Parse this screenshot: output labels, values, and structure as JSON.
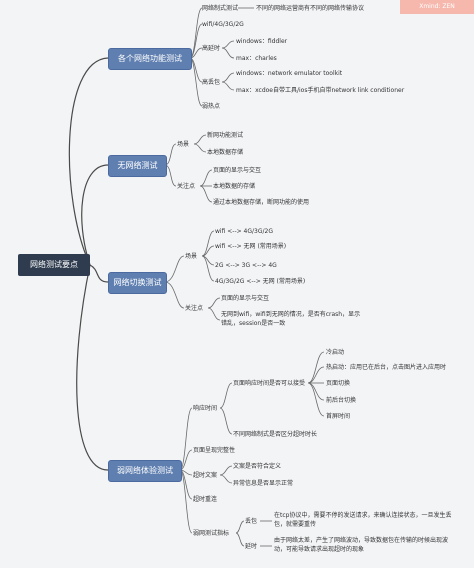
{
  "watermark": "Xmind: ZEN",
  "root": "网络测试要点",
  "b1": {
    "label": "各个网络功能测试",
    "c1": "网络制式测试",
    "c1_desc": "不同的网络运营商有不同的网络传输协议",
    "c2": "wifi/4G/3G/2G",
    "c3": "高延时",
    "c3_a": "windows：fiddler",
    "c3_b": "max：charles",
    "c4": "高丢包",
    "c4_a": "windows：network emulator toolkit",
    "c4_b": "max：xcdoe自带工具/ios手机自带network link conditioner",
    "c5": "弱热点"
  },
  "b2": {
    "label": "无网络测试",
    "s1": "场景",
    "s1_a": "新网功能测试",
    "s1_b": "本地数据存储",
    "s2": "关注点",
    "s2_a": "页面的显示与交互",
    "s2_b": "本地数据的存储",
    "s2_c": "通过本地数据存储，断网功能的使用"
  },
  "b3": {
    "label": "网络切换测试",
    "s1": "场景",
    "s1_a": "wifi <--> 4G/3G/2G",
    "s1_b": "wifi <--> 无网 (常用场景)",
    "s1_c": "2G <--> 3G <--> 4G",
    "s1_d": "4G/3G/2G <--> 无网 (常用场景)",
    "s2": "关注点",
    "s2_a": "页面的显示与交互",
    "s2_b": "无网到wifi，wifi到无网的情况，是否有crash，显示错乱，session是否一致"
  },
  "b4": {
    "label": "弱网络体验测试",
    "r1": "响应时间",
    "r1_a": "页面响应时间是否可以接受",
    "r1_a1": "冷启动",
    "r1_a2": "热启动：应用已在后台，点击图片进入应用时",
    "r1_a3": "页面切换",
    "r1_a4": "前后台切换",
    "r1_a5": "首屏时间",
    "r1_b": "不同网络制式是否区分超时时长",
    "r2": "页面呈现完整性",
    "r3": "超时文案",
    "r3_a": "文案是否符合定义",
    "r3_b": "异常信息是否显示正常",
    "r4": "超时重连",
    "r5": "弱网测试指标",
    "r5_a": "丢包",
    "r5_a1": "在tcp协议中，需要不停的发送请求，来确认连接状态，一旦发生丢包，就需要重传",
    "r5_b": "延时",
    "r5_b1": "由于网络太差，产生了网络波动，导致数据包在传输的时候出现波动，可能导致请求出现超时的现象"
  }
}
